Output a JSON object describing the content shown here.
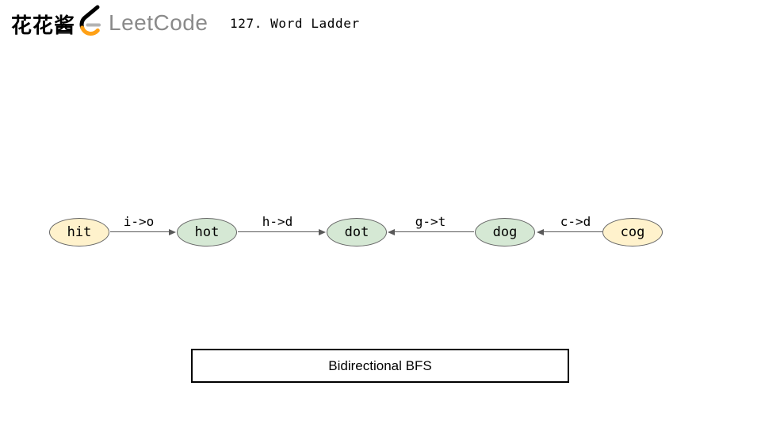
{
  "header": {
    "brand_cjk": "花花酱",
    "brand_wordmark": "LeetCode",
    "title": "127. Word Ladder"
  },
  "colors": {
    "node_yellow": "#FFF2CC",
    "node_green": "#D5E8D4",
    "node_border": "#666666",
    "edge_line": "#595959",
    "logo_black": "#000000",
    "logo_orange": "#FFA116",
    "logo_dash_gray": "#B3B3B3",
    "wordmark_gray": "#8A8A8A"
  },
  "graph": {
    "nodes": [
      {
        "id": "hit",
        "label": "hit",
        "color": "yellow"
      },
      {
        "id": "hot",
        "label": "hot",
        "color": "green"
      },
      {
        "id": "dot",
        "label": "dot",
        "color": "green"
      },
      {
        "id": "dog",
        "label": "dog",
        "color": "green"
      },
      {
        "id": "cog",
        "label": "cog",
        "color": "yellow"
      }
    ],
    "edges": [
      {
        "from": "hit",
        "to": "hot",
        "label": "i->o",
        "arrow_points": "right"
      },
      {
        "from": "hot",
        "to": "dot",
        "label": "h->d",
        "arrow_points": "right"
      },
      {
        "from": "dog",
        "to": "dot",
        "label": "g->t",
        "arrow_points": "left"
      },
      {
        "from": "cog",
        "to": "dog",
        "label": "c->d",
        "arrow_points": "left"
      }
    ]
  },
  "caption": {
    "label": "Bidirectional BFS"
  }
}
